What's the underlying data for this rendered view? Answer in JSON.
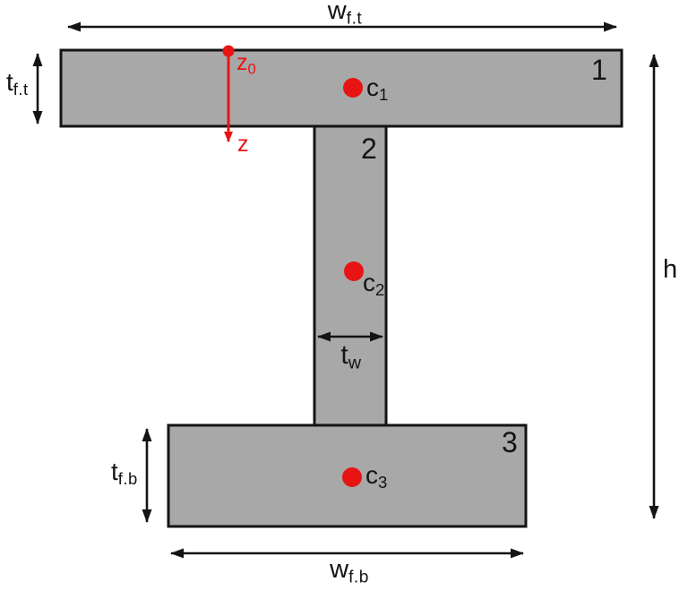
{
  "figure": {
    "colors": {
      "background": "#ffffff",
      "shape_fill": "#a8a8a8",
      "outline": "#141414",
      "accent_red": "#e81414"
    },
    "dimension_labels": {
      "w_ft": {
        "main": "w",
        "sub": "f.t"
      },
      "t_ft": {
        "main": "t",
        "sub": "f.t"
      },
      "h": {
        "main": "h"
      },
      "t_w": {
        "main": "t",
        "sub": "w"
      },
      "t_fb": {
        "main": "t",
        "sub": "f.b"
      },
      "w_fb": {
        "main": "w",
        "sub": "f.b"
      }
    },
    "axis_labels": {
      "z0": {
        "main": "z",
        "sub": "0"
      },
      "z": {
        "main": "z"
      }
    },
    "centroid_labels": {
      "c1": {
        "main": "c",
        "sub": "1"
      },
      "c2": {
        "main": "c",
        "sub": "2"
      },
      "c3": {
        "main": "c",
        "sub": "3"
      }
    },
    "part_numbers": {
      "top_flange": "1",
      "web": "2",
      "bottom_flange": "3"
    }
  }
}
